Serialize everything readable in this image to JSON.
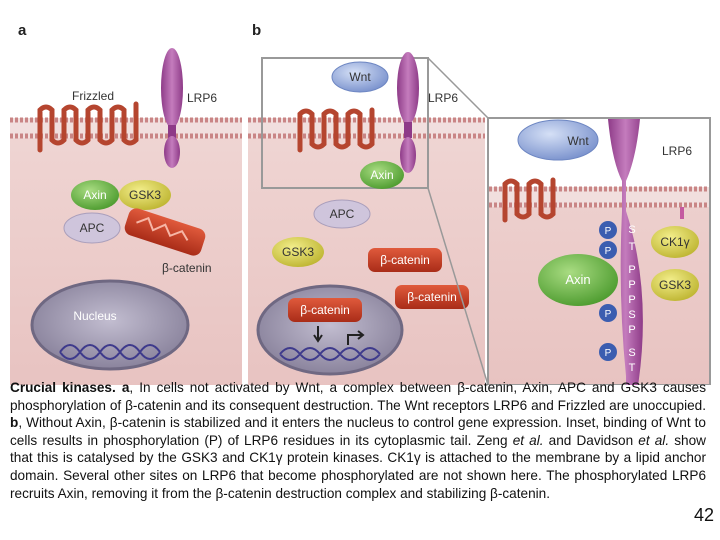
{
  "panel_a": {
    "label": "a",
    "frizzled": "Frizzled",
    "lrp6": "LRP6",
    "axin": "Axin",
    "gsk3": "GSK3",
    "apc": "APC",
    "beta_catenin": "β-catenin",
    "nucleus": "Nucleus"
  },
  "panel_b": {
    "label": "b",
    "wnt": "Wnt",
    "lrp6": "LRP6",
    "axin": "Axin",
    "apc": "APC",
    "gsk3": "GSK3",
    "beta_catenin_1": "β-catenin",
    "beta_catenin_2": "β-catenin",
    "beta_catenin_nucleus": "β-catenin"
  },
  "inset": {
    "wnt": "Wnt",
    "lrp6": "LRP6",
    "ck1": "CK1γ",
    "axin": "Axin",
    "gsk3": "GSK3",
    "p": "P",
    "residues": [
      "S",
      "T",
      "P",
      "P",
      "P",
      "S",
      "P",
      "S",
      "T"
    ]
  },
  "caption": {
    "heading": "Crucial kinases.",
    "a_label": "a",
    "seg1": ", In cells not activated by Wnt, a complex between β-catenin, Axin, APC and GSK3 causes phosphorylation of β-catenin and its consequent destruction. The Wnt receptors LRP6 and Frizzled are unoccupied. ",
    "b_label": "b",
    "seg2": ", Without Axin, β-catenin is stabilized and it enters the nucleus to control gene expression. Inset, binding of Wnt to cells results in phosphorylation (P) of LRP6 residues in its cytoplasmic tail. Zeng ",
    "etal1": "et al.",
    "seg3": " and Davidson ",
    "etal2": "et al.",
    "seg4": " show that this is catalysed by the GSK3 and CK1γ protein kinases. CK1γ is attached to the membrane by a lipid anchor domain. Several other sites on LRP6 that become phosphorylated are not shown here. The phosphorylated LRP6 recruits Axin, removing it from the β-catenin destruction complex and stabilizing β-catenin."
  },
  "page_number": "42",
  "colors": {
    "cytoplasm": "#e7c6c6",
    "membrane": "#c98585",
    "receptor": "#a84d9b",
    "frizzled": "#b5452f",
    "axin": "#5aa53a",
    "gsk3": "#d6cf3e",
    "apc": "#c8bfd6",
    "beta_catenin": "#c33a22",
    "wnt": "#8da2d6",
    "nucleus": "#9c94ad",
    "p": "#3b5db0"
  }
}
